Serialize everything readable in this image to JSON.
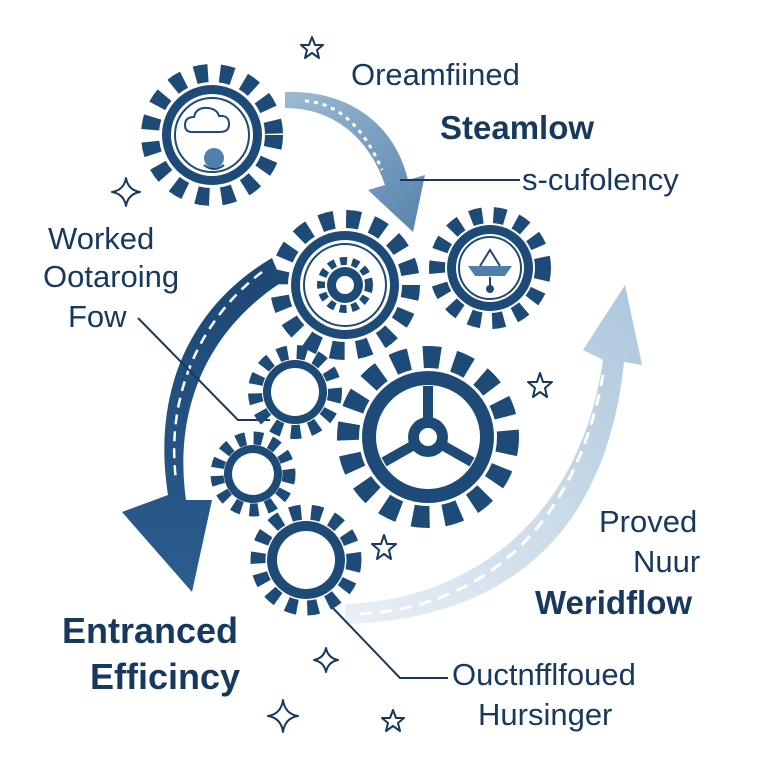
{
  "colors": {
    "navy": "#17385f",
    "dark_blue": "#1e4a78",
    "mid_blue": "#4f7fab",
    "light_blue": "#b9d0e2",
    "background": "#ffffff"
  },
  "labels": {
    "top_right": {
      "line1": "Oreamfiined",
      "line2": "Steamlow",
      "line3": "s-cufolency"
    },
    "left": {
      "line1": "Worked",
      "line2": "Ootaroing",
      "line3": "Fow"
    },
    "right": {
      "line1": "Proved",
      "line2": "Nuur",
      "line3": "Weridflow"
    },
    "bottom_left": {
      "line1": "Entranced",
      "line2": "Efficincy"
    },
    "bottom_right": {
      "line1": "Ouctnfflfoued",
      "line2": "Hursinger"
    }
  },
  "icons": [
    "cloud-icon",
    "hand-icon",
    "ship-icon",
    "star-icon",
    "sparkle-icon",
    "gear-icon",
    "arrow-icon"
  ]
}
